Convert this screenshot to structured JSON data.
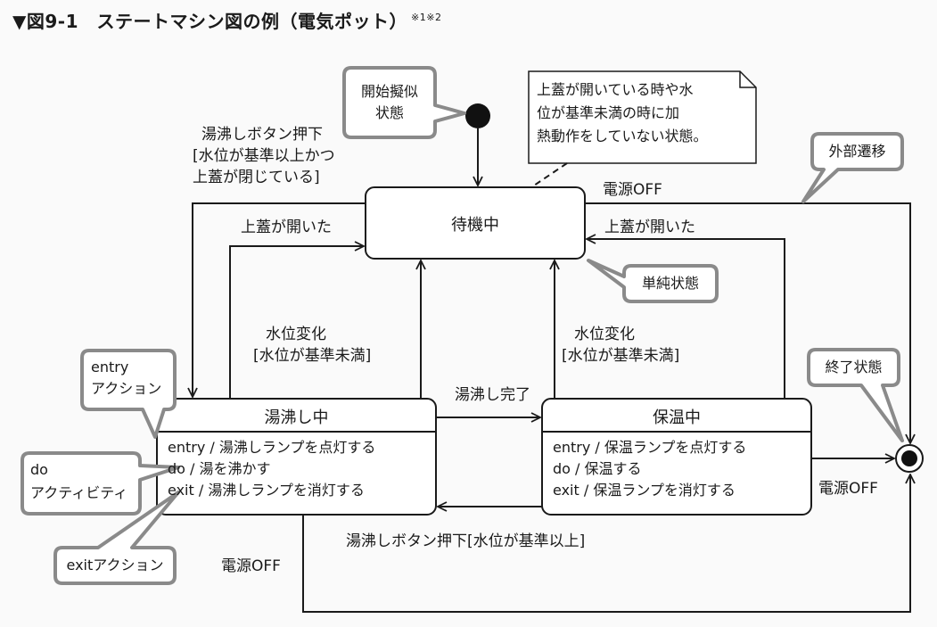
{
  "figure": {
    "title": "▼図9-1　ステートマシン図の例（電気ポット）",
    "note": "※1※2"
  },
  "states": {
    "standby": {
      "name": "待機中"
    },
    "boiling": {
      "name": "湯沸し中",
      "entry": "entry / 湯沸しランプを点灯する",
      "do": "do / 湯を沸かす",
      "exit": "exit / 湯沸しランプを消灯する"
    },
    "warming": {
      "name": "保温中",
      "entry": "entry / 保温ランプを点灯する",
      "do": "do / 保温する",
      "exit": "exit / 保温ランプを消灯する"
    }
  },
  "transitions": {
    "boil_button_l1": "湯沸しボタン押下",
    "boil_button_l2": "[水位が基準以上かつ",
    "boil_button_l3": "上蓋が閉じている]",
    "lid_opened_left": "上蓋が開いた",
    "lid_opened_right": "上蓋が開いた",
    "power_off_top": "電源OFF",
    "water_change_left_l1": "水位変化",
    "water_change_left_l2": "[水位が基準未満]",
    "water_change_right_l1": "水位変化",
    "water_change_right_l2": "[水位が基準未満]",
    "boil_done": "湯沸し完了",
    "boil_button_bottom": "湯沸しボタン押下[水位が基準以上]",
    "power_off_right": "電源OFF",
    "power_off_bottom": "電源OFF"
  },
  "callouts": {
    "initial_l1": "開始擬似",
    "initial_l2": "状態",
    "note_l1": "上蓋が開いている時や水",
    "note_l2": "位が基準未満の時に加",
    "note_l3": "熱動作をしていない状態。",
    "external": "外部遷移",
    "simple": "単純状態",
    "final": "終了状態",
    "entry_l1": "entry",
    "entry_l2": "アクション",
    "do_l1": "do",
    "do_l2": "アクティビティ",
    "exit": "exitアクション"
  }
}
